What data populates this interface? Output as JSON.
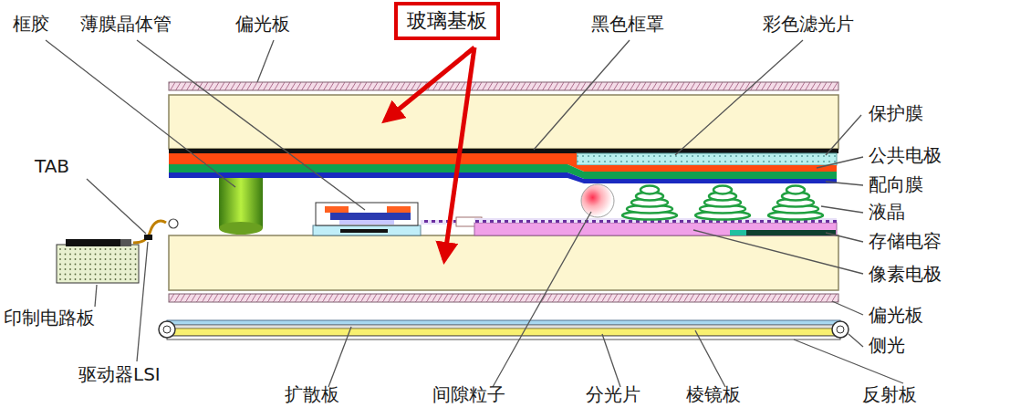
{
  "diagram": {
    "nodes": [
      {
        "text": [
          "玻璃基板"
        ]
      }
    ],
    "labels": [
      "框胶",
      "薄膜晶体管",
      "偏光板",
      "黑色框罩",
      "彩色滤光片",
      "保护膜",
      "公共电极",
      "配向膜",
      "液晶",
      "存储电容",
      "像素电极",
      "偏光板",
      "侧光",
      "反射板",
      "TAB",
      "印制电路板",
      "驱动器LSI",
      "扩散板",
      "间隙粒子",
      "分光片",
      "棱镜板"
    ]
  }
}
